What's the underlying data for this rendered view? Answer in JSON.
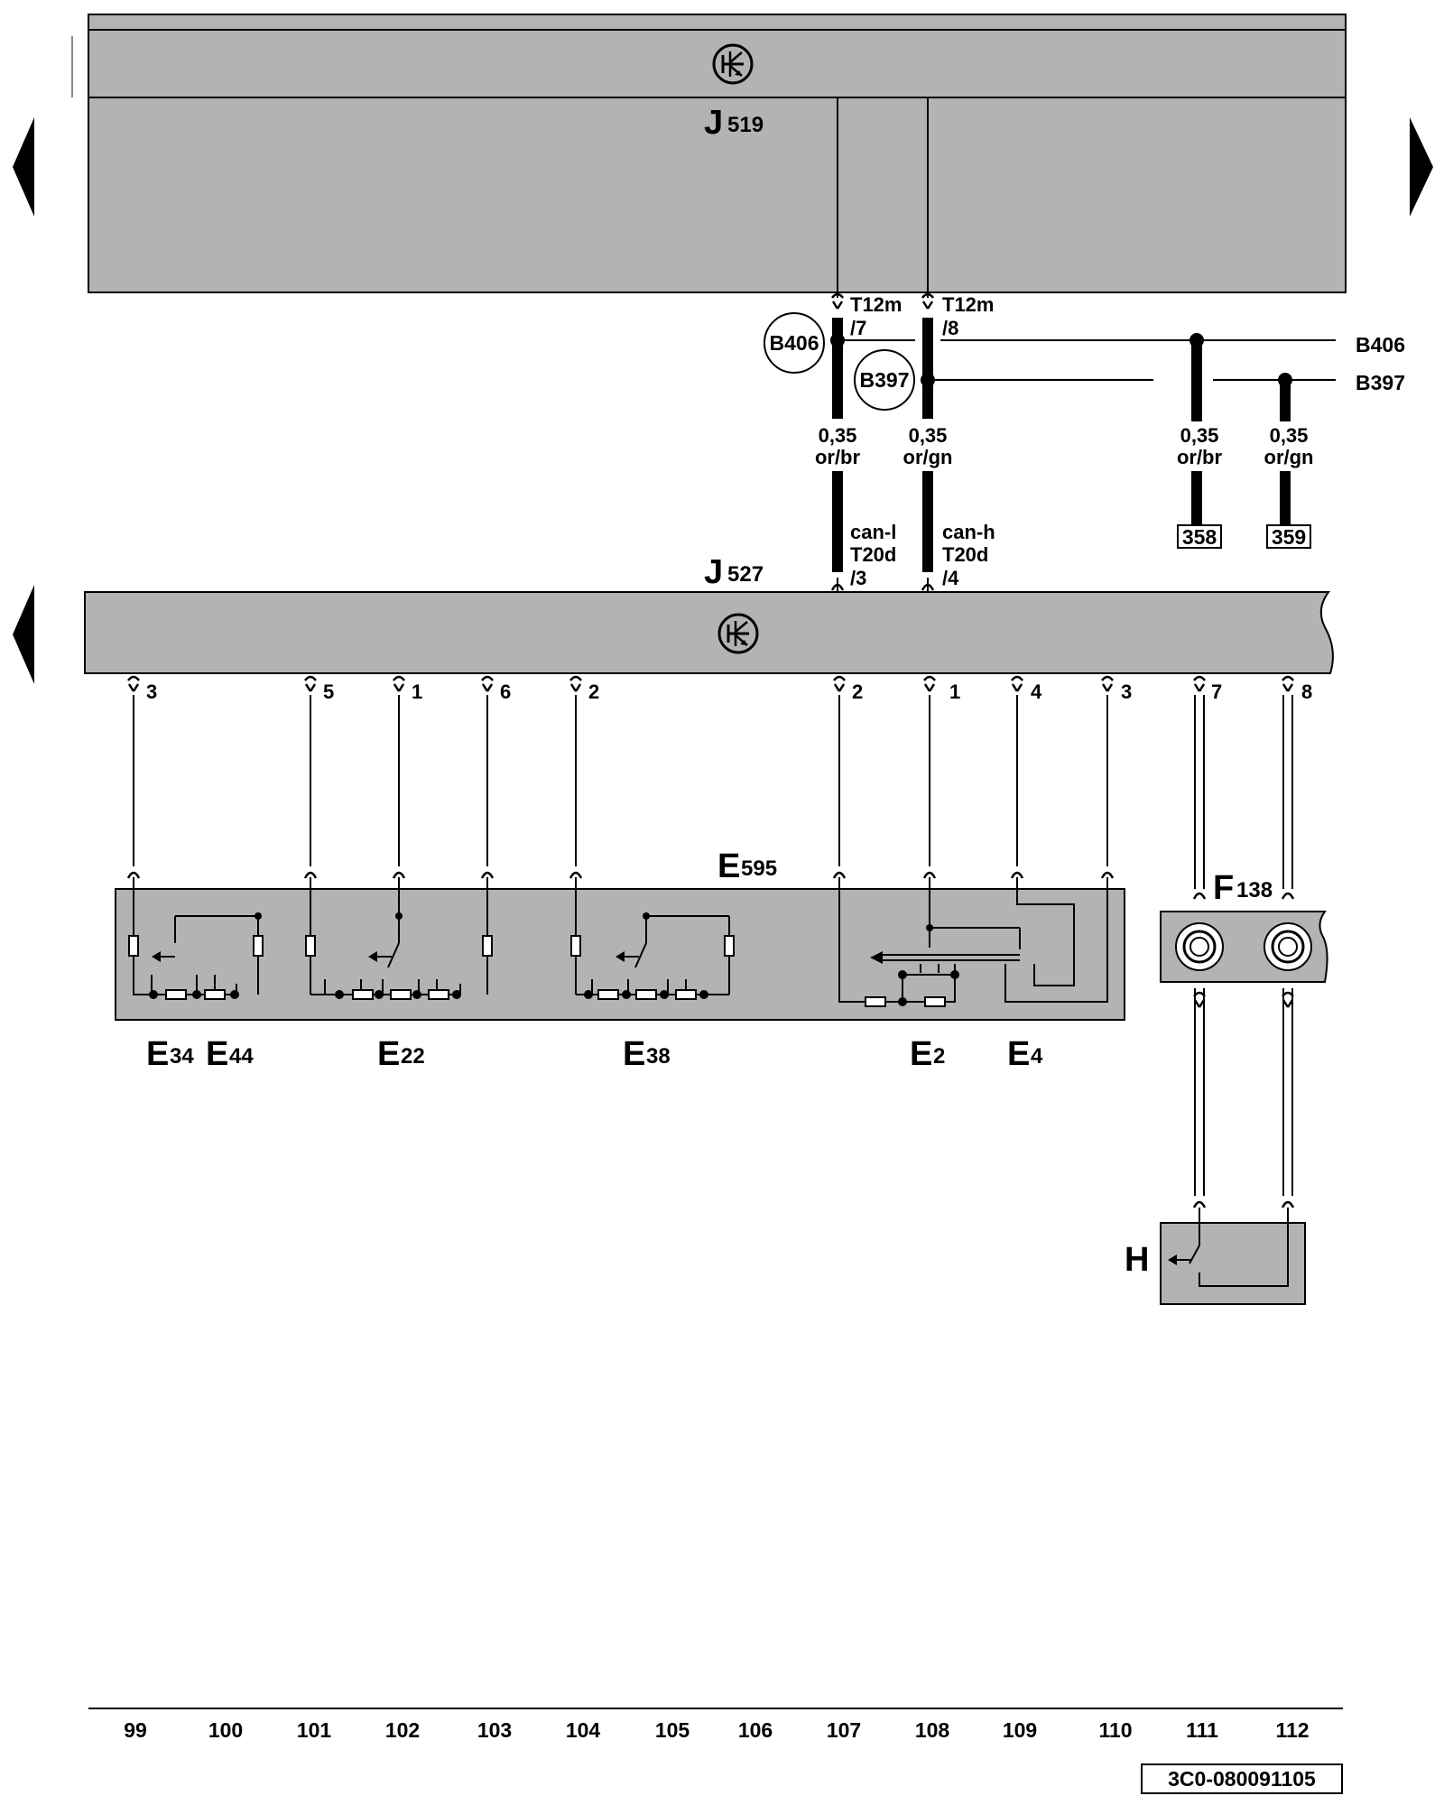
{
  "components": {
    "J519": {
      "letter": "J",
      "sub": "519"
    },
    "J527": {
      "letter": "J",
      "sub": "527"
    },
    "E595": {
      "letter": "E",
      "sub": "595"
    },
    "E34": {
      "letter": "E",
      "sub": "34"
    },
    "E44": {
      "letter": "E",
      "sub": "44"
    },
    "E22": {
      "letter": "E",
      "sub": "22"
    },
    "E38": {
      "letter": "E",
      "sub": "38"
    },
    "E2": {
      "letter": "E",
      "sub": "2"
    },
    "E4": {
      "letter": "E",
      "sub": "4"
    },
    "F138": {
      "letter": "F",
      "sub": "138"
    },
    "H": {
      "letter": "H"
    }
  },
  "connectors": {
    "t12m_a": {
      "name": "T12m",
      "pin": "/7"
    },
    "t12m_b": {
      "name": "T12m",
      "pin": "/8"
    },
    "t20d_a": {
      "signal": "can-l",
      "name": "T20d",
      "pin": "/3"
    },
    "t20d_b": {
      "signal": "can-h",
      "name": "T20d",
      "pin": "/4"
    }
  },
  "splices": {
    "b406": "B406",
    "b397": "B397"
  },
  "wires": {
    "w1": {
      "size": "0,35",
      "color": "or/br"
    },
    "w2": {
      "size": "0,35",
      "color": "or/gn"
    },
    "w3": {
      "size": "0,35",
      "color": "or/br"
    },
    "w4": {
      "size": "0,35",
      "color": "or/gn"
    }
  },
  "refs": {
    "r358": "358",
    "r359": "359"
  },
  "pins": [
    "3",
    "5",
    "1",
    "6",
    "2",
    "2",
    "1",
    "4",
    "3",
    "7",
    "8"
  ],
  "columns": [
    "99",
    "100",
    "101",
    "102",
    "103",
    "104",
    "105",
    "106",
    "107",
    "108",
    "109",
    "110",
    "111",
    "112"
  ],
  "diagram_code": "3C0-080091105",
  "icons": [
    "nav-arrow-left",
    "nav-arrow-right",
    "control-unit-symbol"
  ],
  "colors": {
    "housing": "#b3b3b3",
    "line": "#000000"
  }
}
